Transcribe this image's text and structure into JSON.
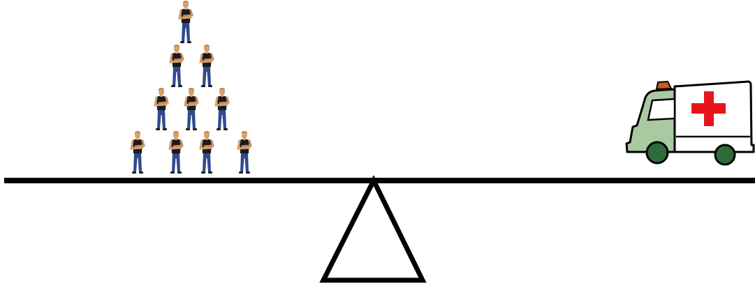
{
  "scene": {
    "background": "#ffffff",
    "line_color": "#000000",
    "beam": {
      "kind": "seesaw-beam"
    },
    "fulcrum": {
      "kind": "triangle-fulcrum",
      "fill": "#ffffff"
    },
    "left_side": {
      "kind": "people-pyramid",
      "rows": [
        1,
        2,
        3,
        4
      ],
      "person_count": 10,
      "person_icon": "person-icon",
      "colors": {
        "skin": "#d9a06b",
        "hair": "#b87333",
        "shirt": "#1b1b1b",
        "jeans": "#2e4a8a",
        "shoes": "#222222"
      }
    },
    "right_side": {
      "kind": "ambulance",
      "icon": "ambulance-icon",
      "colors": {
        "cab": "#a9c9a0",
        "body": "#ffffff",
        "cross": "#e8141c",
        "wheels": "#2f6b3a",
        "siren": "#d2581c",
        "outline": "#000000"
      }
    }
  }
}
